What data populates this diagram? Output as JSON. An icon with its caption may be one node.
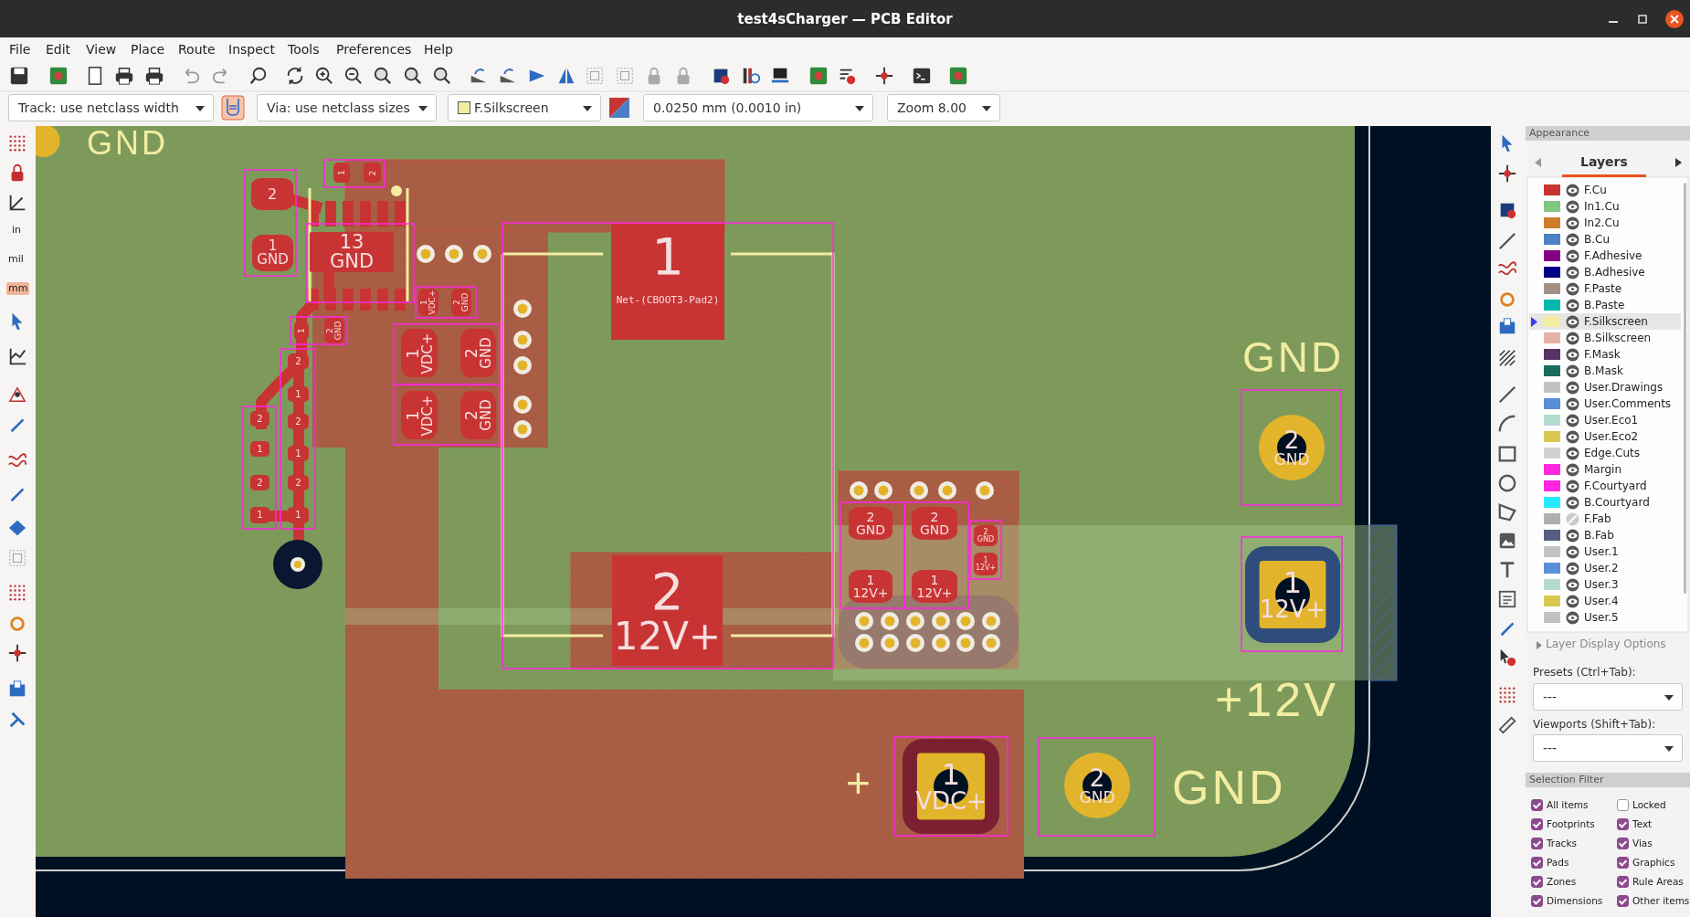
{
  "diagram": {
    "title": "test4sCharger — PCB Editor",
    "nodes": [
      {
        "text": [
          "1",
          "Net-(CBOOT3-Pad2)"
        ]
      },
      {
        "text": [
          "2",
          "12V+"
        ]
      },
      {
        "text": [
          "2",
          "GND"
        ]
      },
      {
        "text": [
          "1",
          "12V+"
        ]
      },
      {
        "text": [
          "1",
          "VDC+"
        ],
        "beside": [
          "+"
        ]
      },
      {
        "text": [
          "2",
          "GND"
        ]
      },
      {
        "text": [
          "2"
        ]
      },
      {
        "text": [
          "1",
          "GND"
        ]
      },
      {
        "text": [
          "13",
          "GND"
        ]
      },
      {
        "text": [
          "1",
          "VDC+"
        ]
      },
      {
        "text": [
          "2",
          "GND"
        ]
      },
      {
        "text": [
          "1",
          "VDC+"
        ]
      },
      {
        "text": [
          "2",
          "GND"
        ]
      },
      {
        "text": [
          "2",
          "GND"
        ]
      },
      {
        "text": [
          "2",
          "GND"
        ]
      },
      {
        "text": [
          "1",
          "12V+"
        ]
      },
      {
        "text": [
          "1",
          "12V+"
        ]
      },
      {
        "text": [
          "2",
          "GND"
        ]
      },
      {
        "text": [
          "1",
          "12V+"
        ]
      },
      {
        "text": [
          "1"
        ]
      },
      {
        "text": [
          "2"
        ]
      },
      {
        "text": [
          "1"
        ]
      },
      {
        "text": [
          "2",
          "GND"
        ]
      },
      {
        "text": [
          "1",
          "VDC+"
        ]
      },
      {
        "text": [
          "2",
          "GND"
        ]
      },
      {
        "text": [
          "2"
        ]
      },
      {
        "text": [
          "1"
        ]
      },
      {
        "text": [
          "2"
        ]
      },
      {
        "text": [
          "1"
        ]
      },
      {
        "text": [
          "2"
        ]
      },
      {
        "text": [
          "1"
        ]
      },
      {
        "text": [
          "2"
        ]
      },
      {
        "text": [
          "1"
        ]
      },
      {
        "text": [
          "2"
        ]
      },
      {
        "text": [
          "1"
        ]
      }
    ],
    "labels": [
      "File",
      "Edit",
      "View",
      "Place",
      "Route",
      "Inspect",
      "Tools",
      "Preferences",
      "Help",
      "Track: use netclass width",
      "Via: use netclass sizes",
      "F.Silkscreen",
      "0.0250 mm (0.0010 in)",
      "Zoom 8.00",
      "in",
      "mil",
      "mm",
      "GND",
      "GND",
      "+12V",
      "GND",
      "Appearance",
      "Layers",
      "Layer Display Options",
      "Presets (Ctrl+Tab):",
      "---",
      "Viewports (Shift+Tab):",
      "---",
      "Selection Filter",
      "All items",
      "Locked",
      "Footprints",
      "Text",
      "Tracks",
      "Vias",
      "Pads",
      "Graphics",
      "Zones",
      "Rule Areas",
      "Dimensions",
      "Other items"
    ],
    "legend": [
      {
        "text": "F.Cu",
        "color": "#c83434"
      },
      {
        "text": "In1.Cu",
        "color": "#7fc87f"
      },
      {
        "text": "In2.Cu",
        "color": "#ce7d2c"
      },
      {
        "text": "B.Cu",
        "color": "#4d7fc4"
      },
      {
        "text": "F.Adhesive",
        "color": "#840084"
      },
      {
        "text": "B.Adhesive",
        "color": "#000084"
      },
      {
        "text": "F.Paste",
        "color": "#a39085"
      },
      {
        "text": "B.Paste",
        "color": "#00b8b0"
      },
      {
        "text": "F.Silkscreen",
        "color": "#f2eda1"
      },
      {
        "text": "B.Silkscreen",
        "color": "#e8b2a7"
      },
      {
        "text": "F.Mask",
        "color": "#573366"
      },
      {
        "text": "B.Mask",
        "color": "#1b6b5f"
      },
      {
        "text": "User.Drawings",
        "color": "#c2c2c2"
      },
      {
        "text": "User.Comments",
        "color": "#598edb"
      },
      {
        "text": "User.Eco1",
        "color": "#b4dbd2"
      },
      {
        "text": "User.Eco2",
        "color": "#d8c852"
      },
      {
        "text": "Edge.Cuts",
        "color": "#d0d2cd"
      },
      {
        "text": "Margin",
        "color": "#ff26e2"
      },
      {
        "text": "F.Courtyard",
        "color": "#ff26e2"
      },
      {
        "text": "B.Courtyard",
        "color": "#26e9ff"
      },
      {
        "text": "F.Fab",
        "color": "#afafaf"
      },
      {
        "text": "B.Fab",
        "color": "#585d84"
      },
      {
        "text": "User.1",
        "color": "#c2c2c2"
      },
      {
        "text": "User.2",
        "color": "#598edb"
      },
      {
        "text": "User.3",
        "color": "#b4dbd2"
      },
      {
        "text": "User.4",
        "color": "#d8c852"
      },
      {
        "text": "User.5",
        "color": "#c2c2c2"
      }
    ]
  }
}
